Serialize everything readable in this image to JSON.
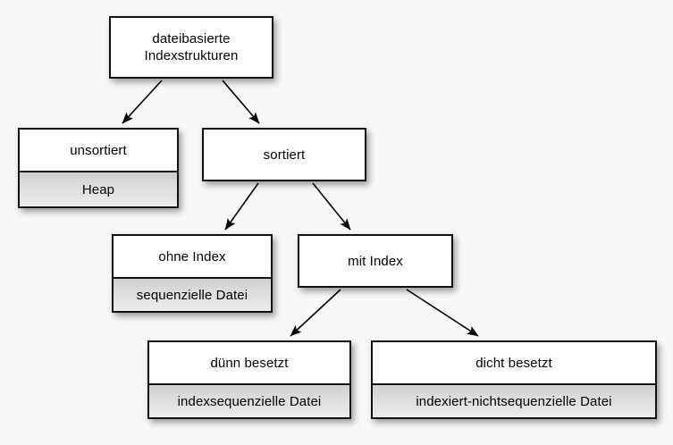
{
  "diagram": {
    "type": "hierarchy-tree",
    "background_color": "#f8f8f8",
    "border_color": "#111111",
    "node_fill": "#ffffff",
    "subcell_fill": "#dcdcdc",
    "edge_color": "#000000",
    "nodes": [
      {
        "id": "root",
        "title": "dateibasierte\nIndexstrukturen",
        "subtitle": null
      },
      {
        "id": "unsorted",
        "title": "unsortiert",
        "subtitle": "Heap"
      },
      {
        "id": "sorted",
        "title": "sortiert",
        "subtitle": null
      },
      {
        "id": "noindex",
        "title": "ohne Index",
        "subtitle": "sequenzielle Datei"
      },
      {
        "id": "withindex",
        "title": "mit Index",
        "subtitle": null
      },
      {
        "id": "sparse",
        "title": "dünn besetzt",
        "subtitle": "indexsequenzielle Datei"
      },
      {
        "id": "dense",
        "title": "dicht besetzt",
        "subtitle": "indexiert-nichtsequenzielle Datei"
      }
    ],
    "edges": [
      {
        "from": "root",
        "to": "unsorted"
      },
      {
        "from": "root",
        "to": "sorted"
      },
      {
        "from": "sorted",
        "to": "noindex"
      },
      {
        "from": "sorted",
        "to": "withindex"
      },
      {
        "from": "withindex",
        "to": "sparse"
      },
      {
        "from": "withindex",
        "to": "dense"
      }
    ]
  }
}
